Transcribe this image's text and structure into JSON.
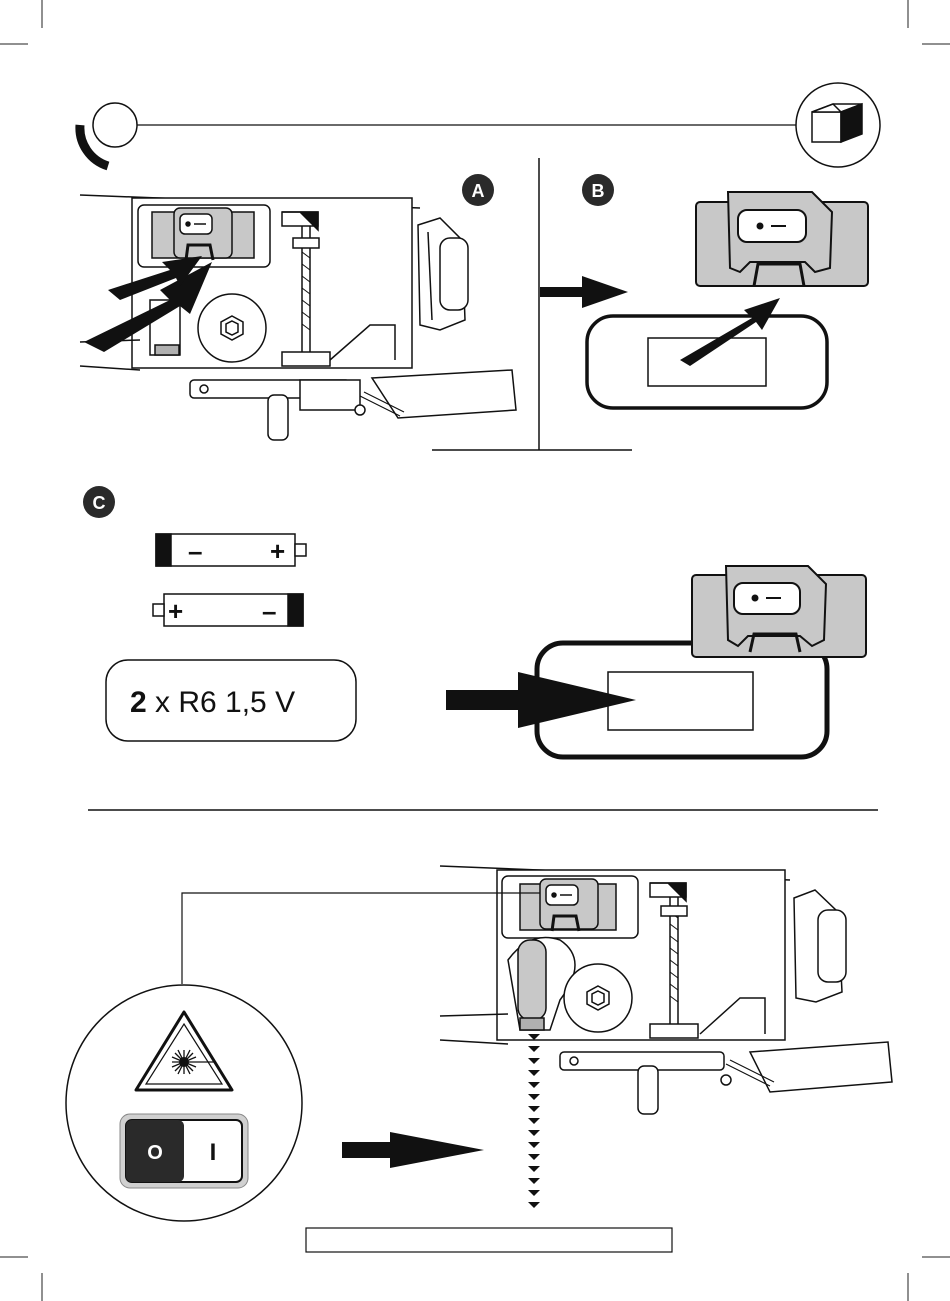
{
  "steps": {
    "a": "A",
    "b": "B",
    "c": "C"
  },
  "battery": {
    "minus": "–",
    "plus": "+",
    "count": "2",
    "spec": " x R6 1,5 V"
  },
  "switch": {
    "off": "O",
    "on": "I"
  },
  "colors": {
    "ink": "#1a1a1a",
    "panel_gray": "#c8c8c8",
    "badge": "#2a2a2a"
  },
  "icons": [
    "laser-warning-icon",
    "rocker-switch-icon",
    "tool-cube-icon",
    "battery-icon",
    "arrow-icon"
  ]
}
